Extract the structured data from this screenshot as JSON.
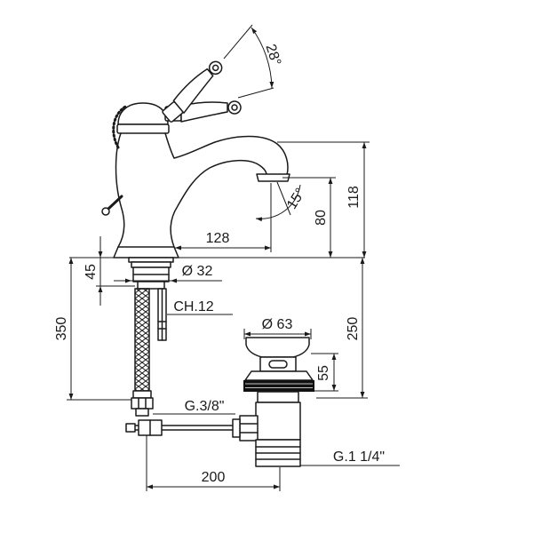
{
  "diagram": {
    "labels": {
      "handle_angle": "28°",
      "spout_angle": "15°",
      "height_total": "118",
      "height_outlet": "80",
      "reach": "128",
      "shank_nut": "45",
      "shank_diameter": "Ø 32",
      "wrench_size": "CH.12",
      "hose_length": "350",
      "drain_depth": "250",
      "drain_diameter": "Ø 63",
      "drain_head": "55",
      "hose_thread": "G.3/8\"",
      "drain_thread": "G.1 1/4\"",
      "rod_length": "200"
    }
  },
  "colors": {
    "line": "#1a1a1a",
    "background": "#ffffff",
    "gasket": "#111111"
  }
}
